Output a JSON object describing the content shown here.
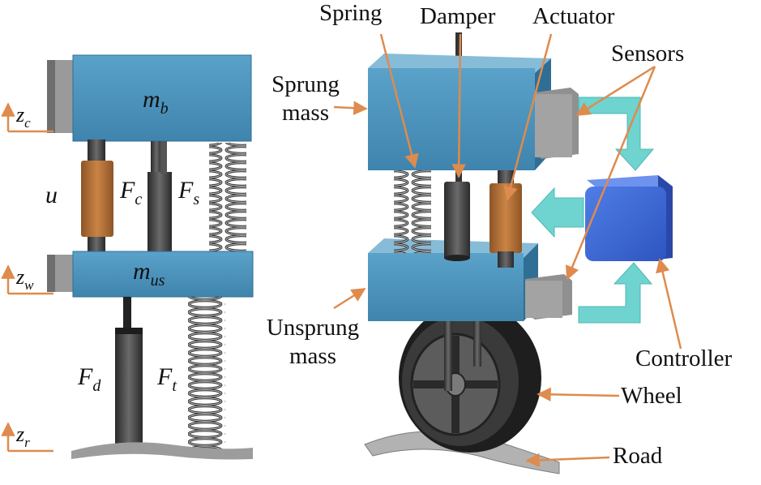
{
  "colors": {
    "mass_blue": "#4f94bd",
    "mass_blue_dark": "#2f6e95",
    "actuator_orange": "#b8763c",
    "arrow_orange": "#de8b4d",
    "controller_blue": "#3f68d6",
    "signal_cyan": "#6fd3cf",
    "block_gray": "#8a8a8a"
  },
  "left_model": {
    "sprung_mass": {
      "symbol": "m",
      "subscript": "b"
    },
    "unsprung_mass": {
      "symbol": "m",
      "subscript": "us"
    },
    "actuator_force": {
      "symbol": "u"
    },
    "friction_force": {
      "symbol": "F",
      "subscript": "c"
    },
    "spring_force": {
      "symbol": "F",
      "subscript": "s"
    },
    "damper_force": {
      "symbol": "F",
      "subscript": "d"
    },
    "tire_force": {
      "symbol": "F",
      "subscript": "t"
    },
    "body_displacement": {
      "symbol": "z",
      "subscript": "c"
    },
    "wheel_displacement": {
      "symbol": "z",
      "subscript": "w"
    },
    "road_displacement": {
      "symbol": "z",
      "subscript": "r"
    }
  },
  "right_labels": {
    "spring": "Spring",
    "damper": "Damper",
    "actuator": "Actuator",
    "sensors": "Sensors",
    "sprung_mass_line1": "Sprung",
    "sprung_mass_line2": "mass",
    "unsprung_mass_line1": "Unsprung",
    "unsprung_mass_line2": "mass",
    "controller": "Controller",
    "wheel": "Wheel",
    "road": "Road"
  }
}
